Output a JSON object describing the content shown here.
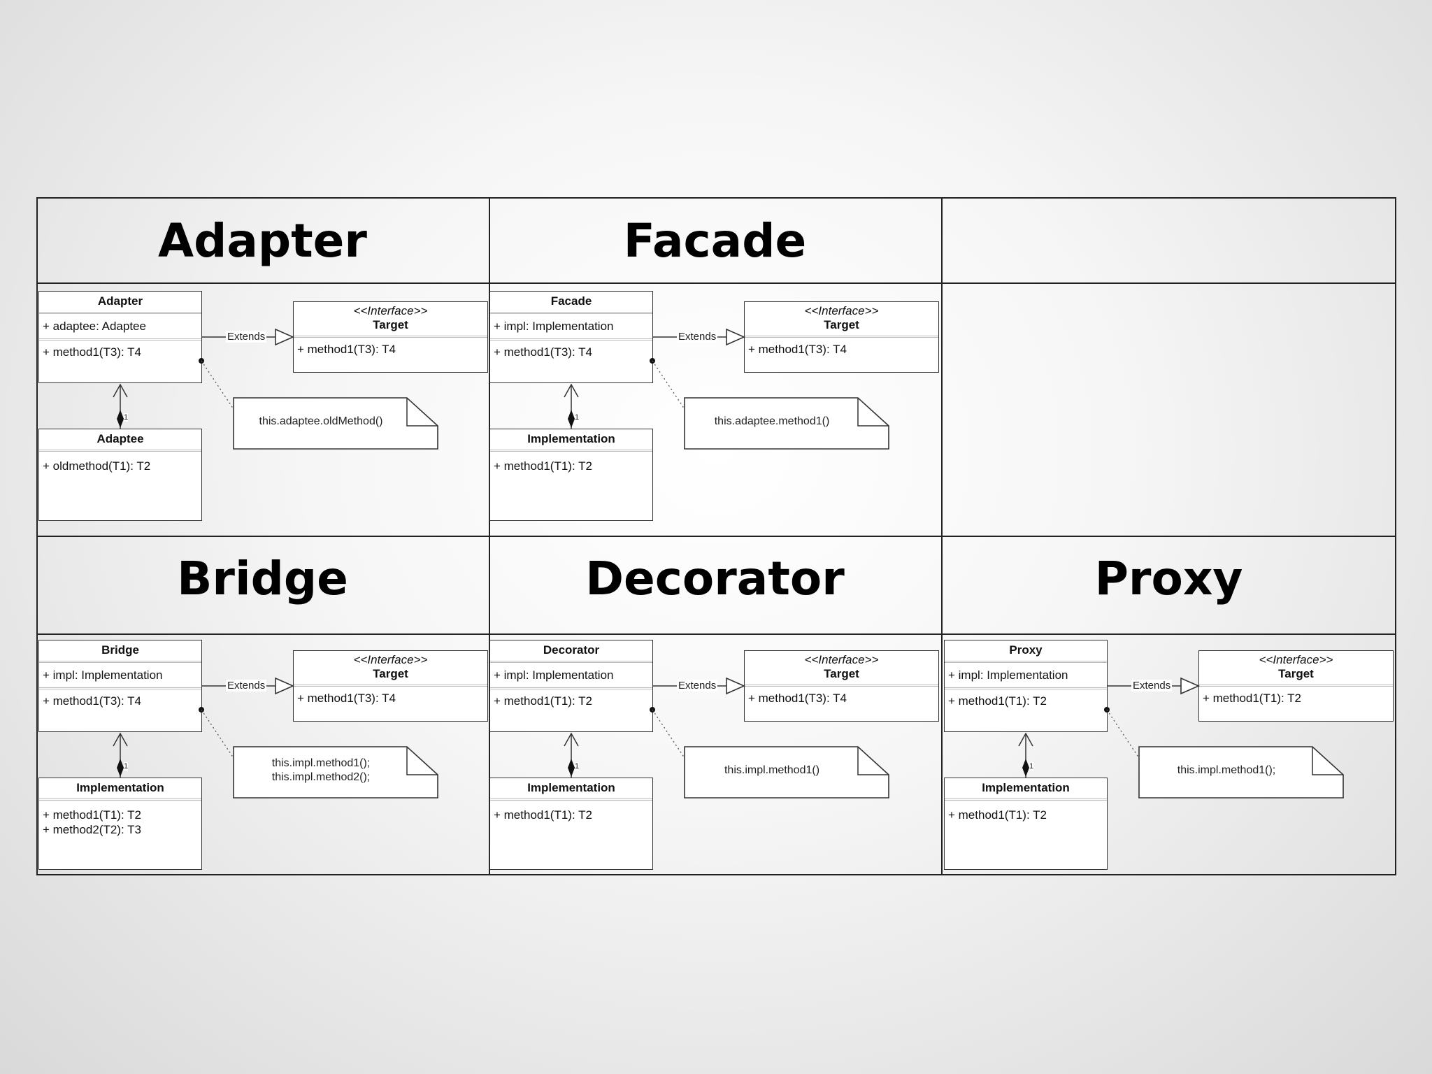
{
  "patterns": {
    "adapter": {
      "title": "Adapter",
      "main_class": {
        "name": "Adapter",
        "attribute": "+ adaptee: Adaptee",
        "method": "+ method1(T3): T4"
      },
      "extends_label": "Extends",
      "target": {
        "stereotype": "<<Interface>>",
        "name": "Target",
        "method": "+ method1(T3): T4"
      },
      "multiplicity": "1",
      "composed_class": {
        "name": "Adaptee",
        "methods": [
          "+ oldmethod(T1): T2"
        ]
      },
      "note": [
        "this.adaptee.oldMethod()"
      ]
    },
    "facade": {
      "title": "Facade",
      "main_class": {
        "name": "Facade",
        "attribute": "+ impl: Implementation",
        "method": "+ method1(T3): T4"
      },
      "extends_label": "Extends",
      "target": {
        "stereotype": "<<Interface>>",
        "name": "Target",
        "method": "+ method1(T3): T4"
      },
      "multiplicity": "1",
      "composed_class": {
        "name": "Implementation",
        "methods": [
          "+ method1(T1): T2"
        ]
      },
      "note": [
        "this.adaptee.method1()"
      ]
    },
    "bridge": {
      "title": "Bridge",
      "main_class": {
        "name": "Bridge",
        "attribute": "+ impl: Implementation",
        "method": "+ method1(T3): T4"
      },
      "extends_label": "Extends",
      "target": {
        "stereotype": "<<Interface>>",
        "name": "Target",
        "method": "+ method1(T3): T4"
      },
      "multiplicity": "1",
      "composed_class": {
        "name": "Implementation",
        "methods": [
          "+ method1(T1): T2",
          "+ method2(T2): T3"
        ]
      },
      "note": [
        "this.impl.method1();",
        "this.impl.method2();"
      ]
    },
    "decorator": {
      "title": "Decorator",
      "main_class": {
        "name": "Decorator",
        "attribute": "+ impl: Implementation",
        "method": "+ method1(T1): T2"
      },
      "extends_label": "Extends",
      "target": {
        "stereotype": "<<Interface>>",
        "name": "Target",
        "method": "+ method1(T3): T4"
      },
      "multiplicity": "1",
      "composed_class": {
        "name": "Implementation",
        "methods": [
          "+ method1(T1): T2"
        ]
      },
      "note": [
        "this.impl.method1()"
      ]
    },
    "proxy": {
      "title": "Proxy",
      "main_class": {
        "name": "Proxy",
        "attribute": "+ impl: Implementation",
        "method": "+ method1(T1): T2"
      },
      "extends_label": "Extends",
      "target": {
        "stereotype": "<<Interface>>",
        "name": "Target",
        "method": "+ method1(T1): T2"
      },
      "multiplicity": "1",
      "composed_class": {
        "name": "Implementation",
        "methods": [
          "+ method1(T1): T2"
        ]
      },
      "note": [
        "this.impl.method1();"
      ]
    }
  }
}
